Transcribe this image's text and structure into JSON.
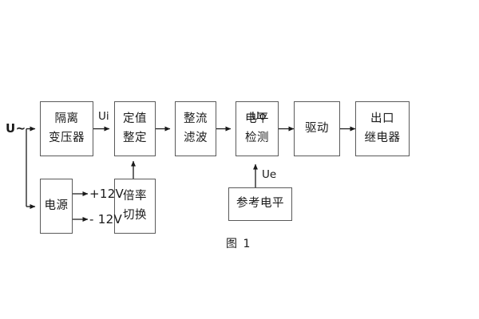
{
  "figure": {
    "caption": "图 1",
    "stroke_color": "#5a5a5a",
    "text_color": "#1a1a1a",
    "background": "#ffffff"
  },
  "blocks": [
    {
      "id": "isolation-transformer",
      "lines": [
        "隔离",
        "变压器"
      ]
    },
    {
      "id": "setting-value",
      "lines": [
        "定值",
        "整定"
      ]
    },
    {
      "id": "rectify-filter",
      "lines": [
        "整流",
        "滤波"
      ]
    },
    {
      "id": "level-detection",
      "lines": [
        "电平",
        "检测"
      ]
    },
    {
      "id": "drive",
      "lines": [
        "驱动"
      ]
    },
    {
      "id": "output-relay",
      "lines": [
        "出口",
        "继电器"
      ]
    },
    {
      "id": "power-supply",
      "lines": [
        "电源"
      ]
    },
    {
      "id": "multiplier-switch",
      "lines": [
        "倍率",
        "切换"
      ]
    },
    {
      "id": "reference-level",
      "lines": [
        "参考电平"
      ]
    }
  ],
  "signals": {
    "input_source": "U~",
    "ui": "Ui",
    "uo": "Uo",
    "ue": "Ue",
    "rail_positive": "+12V",
    "rail_negative": "- 12V"
  }
}
